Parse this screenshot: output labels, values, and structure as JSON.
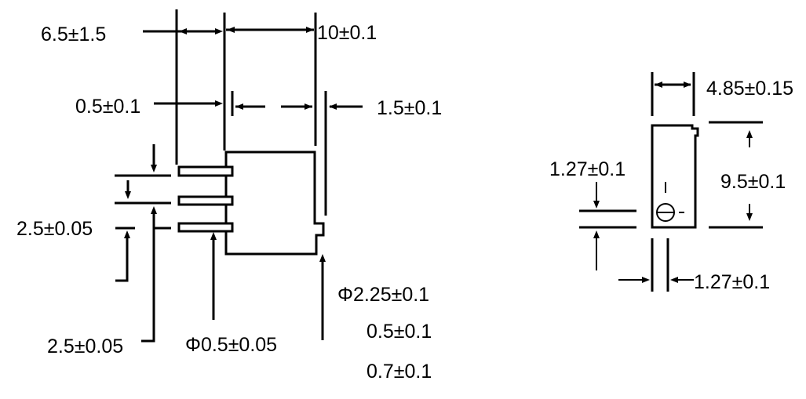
{
  "side_view": {
    "labels": {
      "overhang": "6.5±1.5",
      "body_length": "10±0.1",
      "gap": "0.5±0.1",
      "tab": "1.5±0.1",
      "pitch_upper": "2.5±0.05",
      "pitch_lower": "2.5±0.05",
      "pin_diameter": "Φ0.5±0.05",
      "post_diameter": "Φ2.25±0.1",
      "post_a": "0.5±0.1",
      "post_b": "0.7±0.1"
    }
  },
  "front_view": {
    "labels": {
      "width": "4.85±0.15",
      "height": "9.5±0.1",
      "screw_offset": "1.27±0.1",
      "bottom_offset": "1.27±0.1"
    }
  }
}
